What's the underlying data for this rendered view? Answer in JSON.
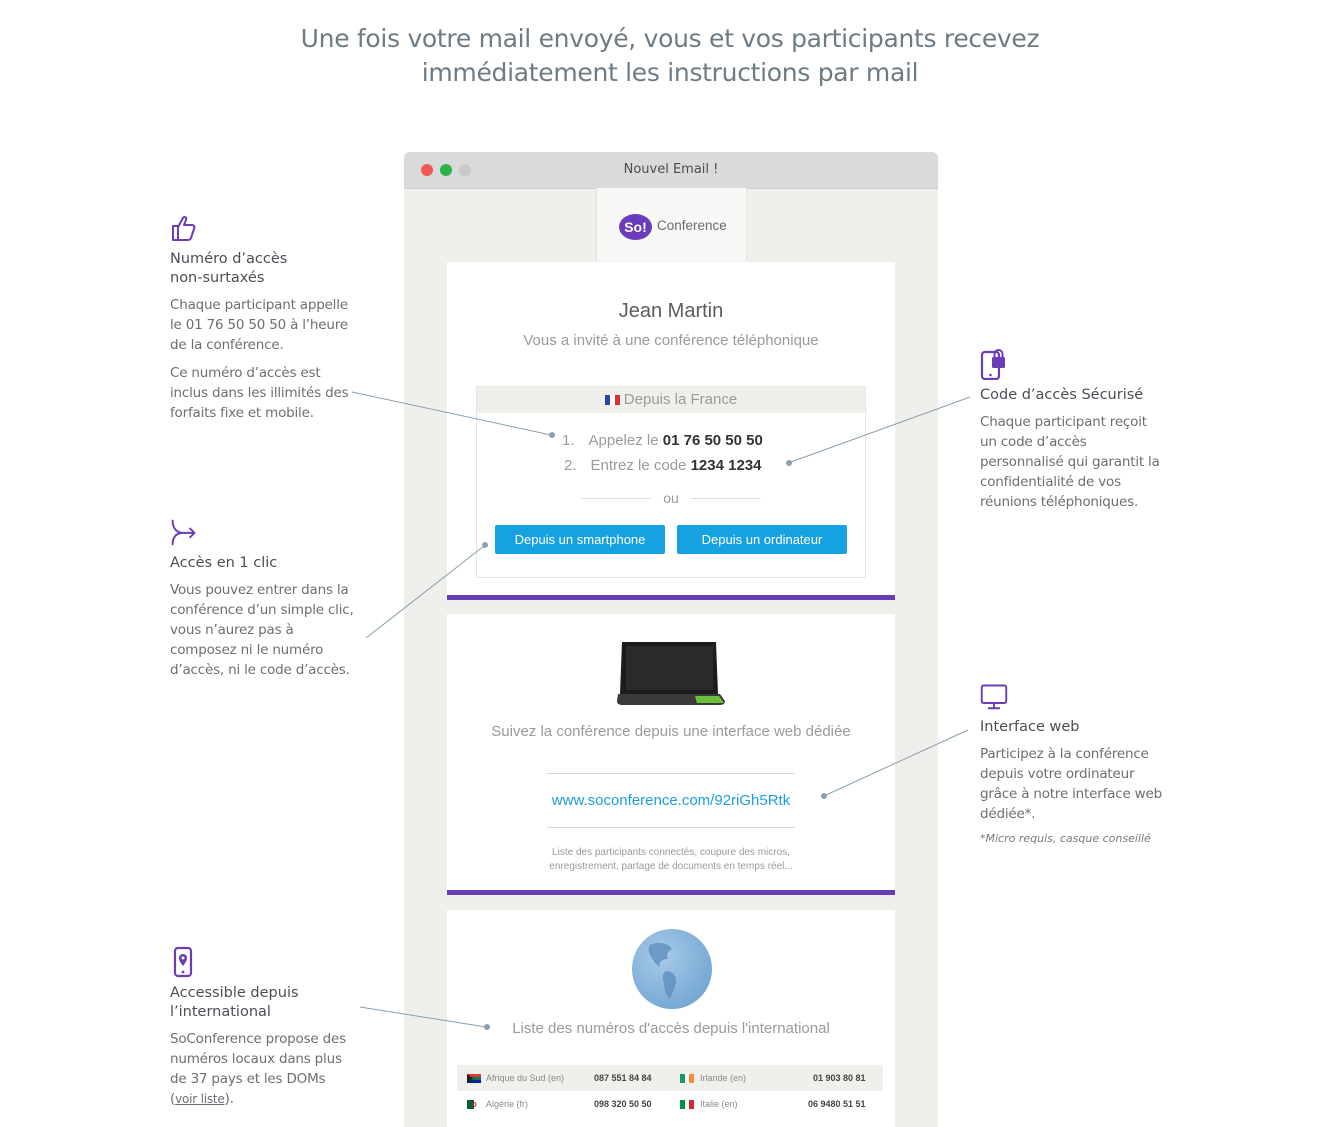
{
  "headline": {
    "line1": "Une fois votre mail envoyé, vous et vos participants recevez",
    "line2": "immédiatement les instructions par mail"
  },
  "features": {
    "numero": {
      "icon": "thumbs-up-icon",
      "title_line1": "Numéro d’accès",
      "title_line2": "non-surtaxés",
      "p1_l1": "Chaque participant appelle",
      "p1_l2": "le 01 76 50 50 50 à l’heure",
      "p1_l3": "de la conférence.",
      "p2_l1": "Ce numéro d’accès est",
      "p2_l2": "inclus dans les illimités des",
      "p2_l3": "forfaits fixe et mobile."
    },
    "clic": {
      "icon": "arrow-merge-icon",
      "title": "Accès en 1 clic",
      "l1": "Vous pouvez entrer dans la",
      "l2": "conférence d’un simple clic,",
      "l3": "vous n’aurez pas à",
      "l4": "composez ni le numéro",
      "l5": "d’accès, ni le code d’accès."
    },
    "intl": {
      "icon": "phone-location-icon",
      "title_line1": "Accessible depuis",
      "title_line2": "l’international",
      "l1": "SoConference propose des",
      "l2": "numéros locaux dans plus",
      "l3": "de 37 pays et les DOMs",
      "paren_open": "(",
      "link": "voir liste",
      "paren_close": ")."
    },
    "code": {
      "icon": "phone-lock-icon",
      "title": "Code d’accès Sécurisé",
      "l1": "Chaque participant reçoit",
      "l2": "un code d’accès",
      "l3": "personnalisé qui garantit la",
      "l4": "confidentialité de vos",
      "l5": "réunions téléphoniques."
    },
    "web": {
      "icon": "monitor-icon",
      "title": "Interface web",
      "l1": "Participez à la conférence",
      "l2": "depuis votre ordinateur",
      "l3": "grâce à notre interface web",
      "l4": "dédiée*.",
      "note": "*Micro requis, casque conseillé"
    }
  },
  "window": {
    "title": "Nouvel Email !",
    "logo_badge": "So!",
    "logo_text": "Conference",
    "name": "Jean Martin",
    "invite": "Vous a invité à une conférence téléphonique",
    "france_header": "Depuis la France",
    "step1_num": "1.",
    "step1_text": "Appelez le",
    "step1_value": "01 76 50 50 50",
    "step2_num": "2.",
    "step2_text": "Entrez le code",
    "step2_value": "1234 1234",
    "or": "ou",
    "btn_smartphone": "Depuis un smartphone",
    "btn_computer": "Depuis un ordinateur",
    "web_title": "Suivez la conférence depuis une interface web dédiée",
    "url": "www.soconference.com/92riGh5Rtk",
    "web_desc_l1": "Liste des participants connectés, coupure des micros,",
    "web_desc_l2": "enregistrement, partage de documents en temps réel...",
    "intl_title": "Liste des numéros d'accès depuis l'international",
    "intl_rows": [
      {
        "c1": "Afrique du Sud (en)",
        "n1": "087 551 84 84",
        "c2": "Irlande (en)",
        "n2": "01 903 80 81"
      },
      {
        "c1": "Algérie (fr)",
        "n1": "098 320 50 50",
        "c2": "Italie (en)",
        "n2": "06 9480 51 51"
      }
    ]
  },
  "colors": {
    "accent_purple": "#6a3cb6",
    "button_blue": "#16a2e0",
    "headline": "#6d7b85"
  }
}
